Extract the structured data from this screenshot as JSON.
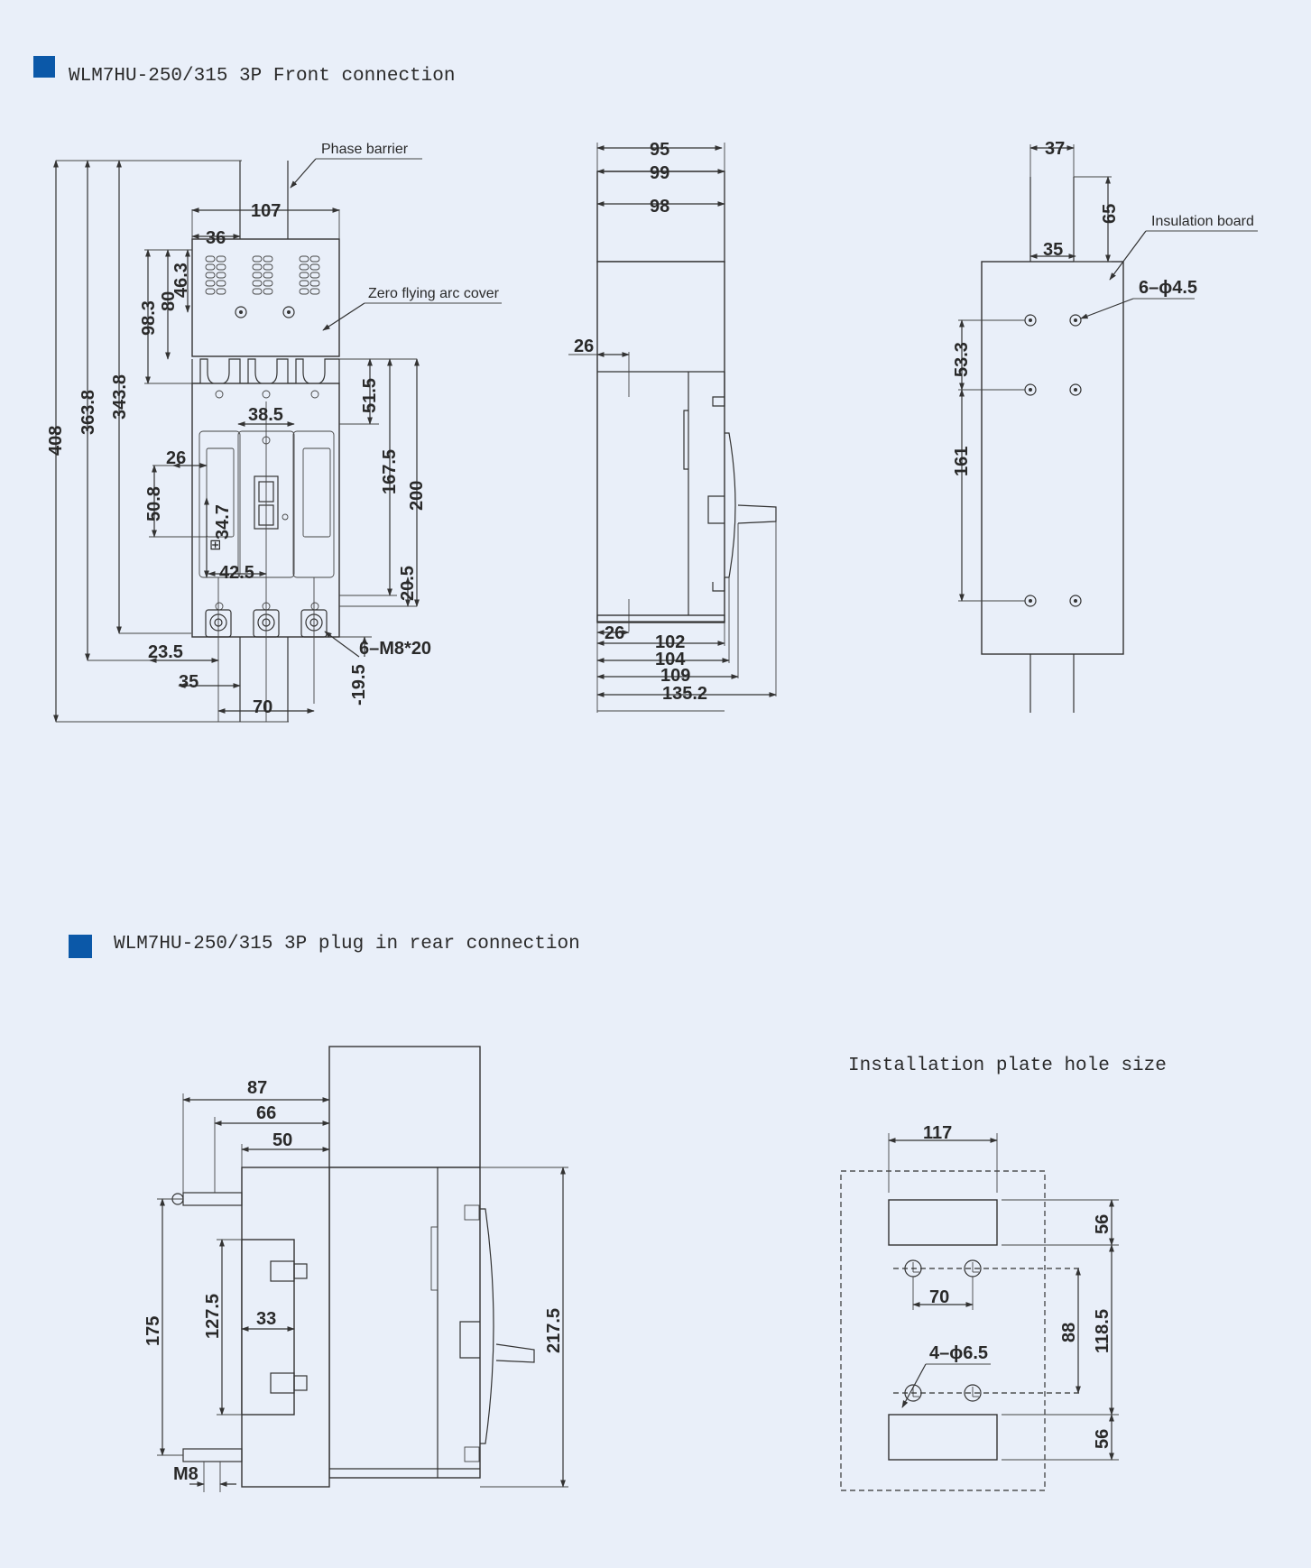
{
  "colors": {
    "background": "#e9eff9",
    "accent": "#0b58a8",
    "line": "#333333"
  },
  "section1": {
    "title": "WLM7HU-250/315 3P Front connection"
  },
  "section2": {
    "title": "WLM7HU-250/315 3P plug in rear connection"
  },
  "front_view": {
    "labels": {
      "phase_barrier": "Phase barrier",
      "arc_cover": "Zero flying arc cover",
      "bolt": "6–M8*20"
    },
    "dims": {
      "d107": "107",
      "d36": "36",
      "d46_3": "46.3",
      "d80": "80",
      "d98_3": "98.3",
      "d408": "408",
      "d363_8": "363.8",
      "d343_8": "343.8",
      "d38_5": "38.5",
      "d51_5": "51.5",
      "d167_5": "167.5",
      "d200": "200",
      "d26": "26",
      "d50_8": "50.8",
      "d34_7": "34.7",
      "d42_5": "42.5",
      "d20_5": "20.5",
      "d23_5": "23.5",
      "d35": "35",
      "d70": "70",
      "d19_5": "-19.5"
    }
  },
  "side_view": {
    "dims": {
      "d95": "95",
      "d99": "99",
      "d98": "98",
      "d26a": "26",
      "d26b": "26",
      "d102": "102",
      "d104": "104",
      "d109": "109",
      "d135_2": "135.2"
    }
  },
  "rear_view": {
    "labels": {
      "insulation": "Insulation board",
      "holes": "6–ϕ4.5"
    },
    "dims": {
      "d37": "37",
      "d65": "65",
      "d35": "35",
      "d53_3": "53.3",
      "d161": "161"
    }
  },
  "plug_view": {
    "dims": {
      "d87": "87",
      "d66": "66",
      "d50": "50",
      "d175": "175",
      "d127_5": "127.5",
      "d33": "33",
      "d217_5": "217.5",
      "m8": "M8"
    }
  },
  "plate": {
    "title": "Installation plate hole size",
    "dims": {
      "d117": "117",
      "d56a": "56",
      "d56b": "56",
      "d70": "70",
      "d88": "88",
      "d118_5": "118.5",
      "holes": "4–ϕ6.5"
    }
  }
}
